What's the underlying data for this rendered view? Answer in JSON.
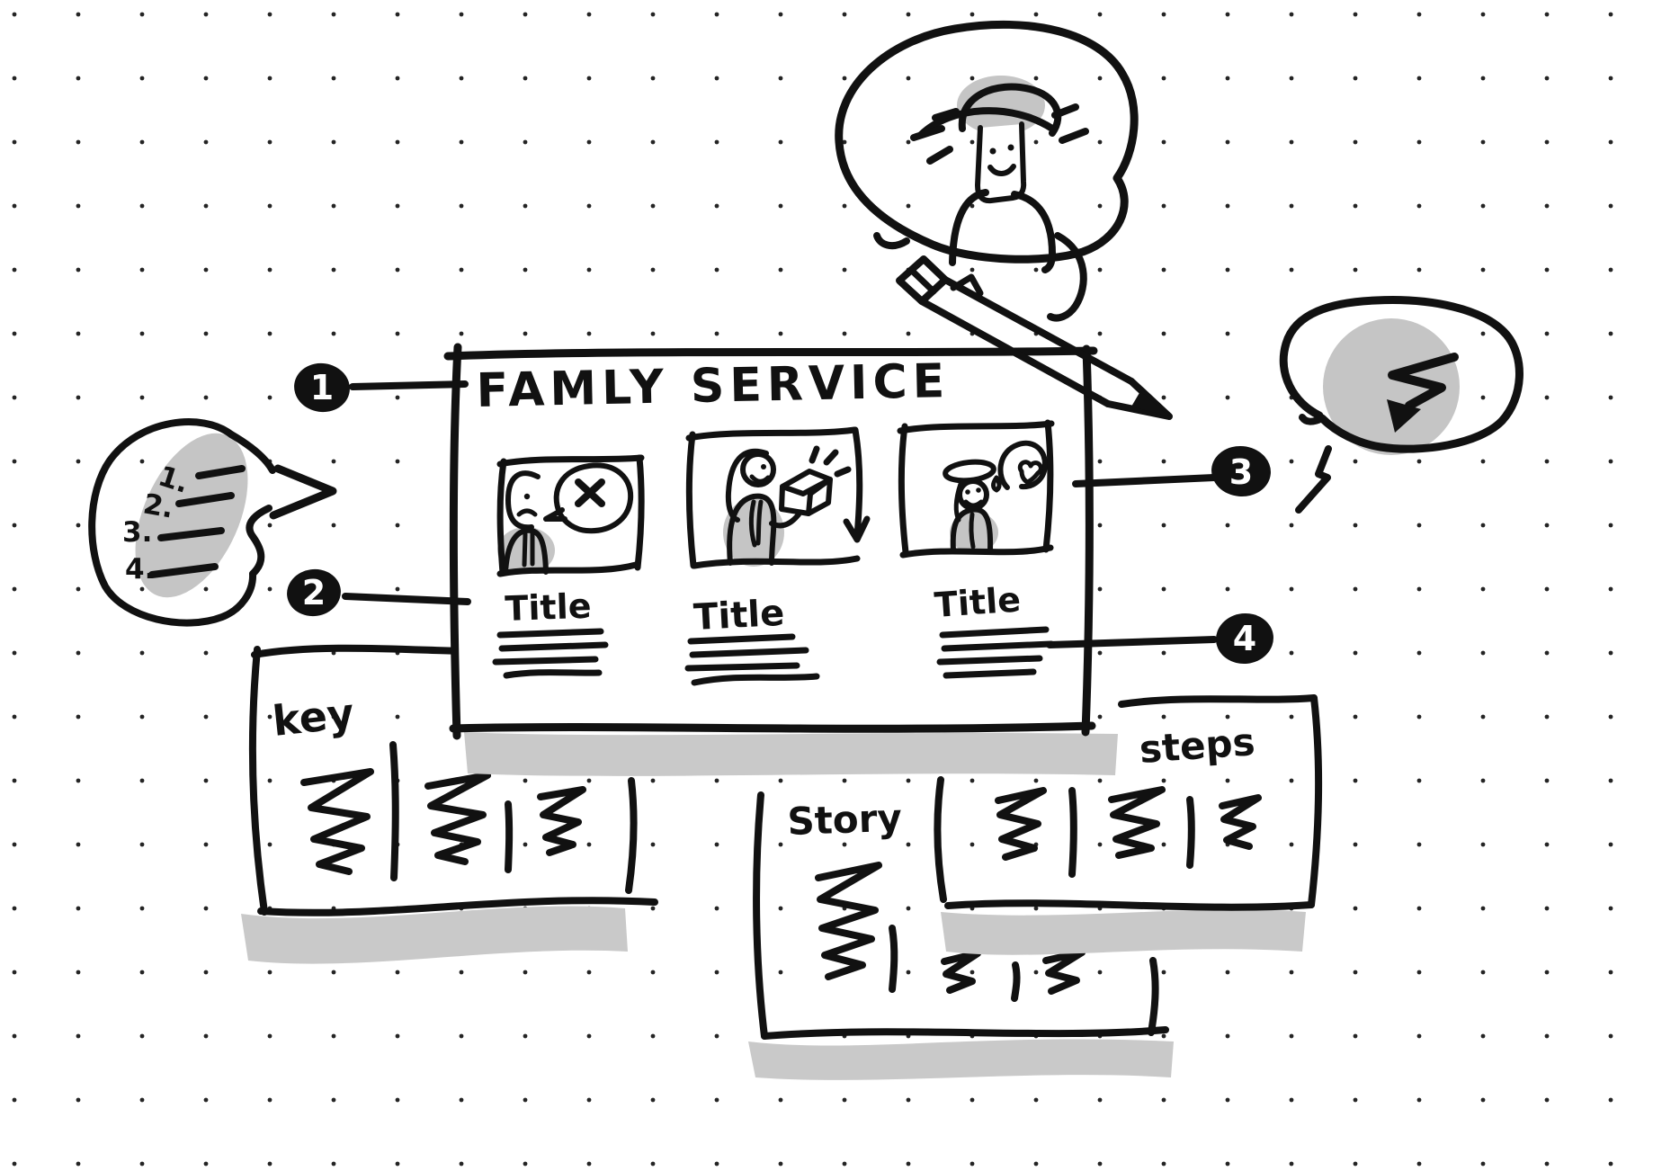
{
  "title": {
    "text": "FAMLY SERVICE"
  },
  "cards": [
    {
      "title": "Title",
      "image": "sad-person-with-crossed-speech-bubble"
    },
    {
      "title": "Title",
      "image": "person-presenting-gift-box"
    },
    {
      "title": "Title",
      "image": "happy-person-with-halo-and-heart"
    }
  ],
  "annotations": {
    "badges": [
      "1",
      "2",
      "3",
      "4"
    ]
  },
  "bubble_list": {
    "items": [
      "1.",
      "2.",
      "3.",
      "4."
    ]
  },
  "boxes": {
    "key": "key",
    "story": "Story",
    "steps": "steps"
  },
  "colors": {
    "ink": "#111111",
    "paper": "#ffffff",
    "shadow": "#c9c9c9",
    "highlight": "#c5c5c5",
    "badge-text": "#ffffff",
    "grid-dot": "#242424"
  }
}
